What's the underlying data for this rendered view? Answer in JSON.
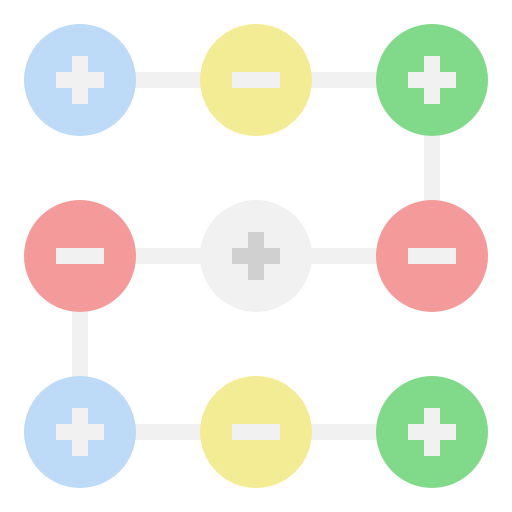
{
  "colors": {
    "blue": "#bddbf7",
    "yellow": "#f3ec94",
    "green": "#80da8a",
    "red": "#f49a9a",
    "neutral": "#f1f1f1",
    "symbol_light": "#f1f1f1",
    "symbol_neutral": "#d0d0d0"
  },
  "nodes": [
    {
      "id": "node-top-left",
      "color": "blue",
      "symbol": "plus"
    },
    {
      "id": "node-top-center",
      "color": "yellow",
      "symbol": "minus"
    },
    {
      "id": "node-top-right",
      "color": "green",
      "symbol": "plus"
    },
    {
      "id": "node-middle-left",
      "color": "red",
      "symbol": "minus"
    },
    {
      "id": "node-center",
      "color": "neutral",
      "symbol": "plus"
    },
    {
      "id": "node-middle-right",
      "color": "red",
      "symbol": "minus"
    },
    {
      "id": "node-bottom-left",
      "color": "blue",
      "symbol": "plus"
    },
    {
      "id": "node-bottom-center",
      "color": "yellow",
      "symbol": "minus"
    },
    {
      "id": "node-bottom-right",
      "color": "green",
      "symbol": "plus"
    }
  ],
  "connections": [
    [
      "node-top-left",
      "node-top-center"
    ],
    [
      "node-top-center",
      "node-top-right"
    ],
    [
      "node-top-right",
      "node-middle-right"
    ],
    [
      "node-middle-right",
      "node-center"
    ],
    [
      "node-center",
      "node-middle-left"
    ],
    [
      "node-middle-left",
      "node-bottom-left"
    ],
    [
      "node-bottom-left",
      "node-bottom-center"
    ],
    [
      "node-bottom-center",
      "node-bottom-right"
    ]
  ]
}
